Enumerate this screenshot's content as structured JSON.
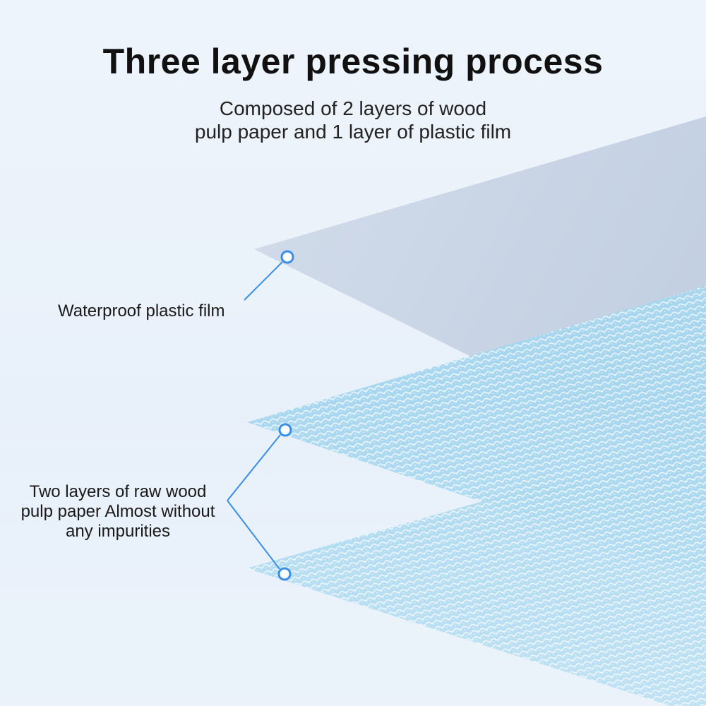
{
  "heading": {
    "title": "Three layer pressing process",
    "subtitle_lines": [
      "Composed of 2 layers of wood",
      "pulp paper and 1 layer of plastic film"
    ]
  },
  "callouts": {
    "film": {
      "label": "Waterproof plastic film"
    },
    "pulp": {
      "label_lines": [
        "Two layers of raw wood",
        "pulp paper Almost without",
        "any impurities"
      ]
    }
  },
  "colors": {
    "accent": "#3a8ee6",
    "film_layer": "#c9d6e6",
    "pulp_layer": "#a9d8ef",
    "pulp_pattern": "#ffffff"
  }
}
